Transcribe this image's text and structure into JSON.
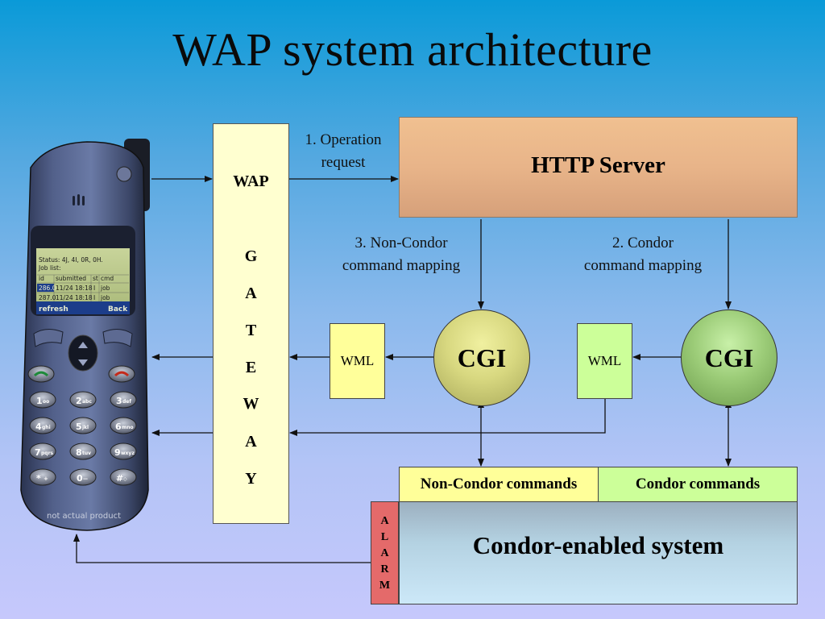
{
  "title": "WAP system architecture",
  "gateway": {
    "label": "WAP",
    "letters": [
      "G",
      "A",
      "T",
      "E",
      "W",
      "A",
      "Y"
    ]
  },
  "http_server": {
    "label": "HTTP Server"
  },
  "arrows": {
    "operation_request": [
      "1. Operation",
      "request"
    ],
    "condor_mapping": [
      "2. Condor",
      "command mapping"
    ],
    "non_condor_mapping": [
      "3. Non-Condor",
      "command mapping"
    ]
  },
  "cgi": {
    "left": "CGI",
    "right": "CGI"
  },
  "wml": {
    "left": "WML",
    "right": "WML"
  },
  "commands": {
    "non_condor": "Non-Condor commands",
    "condor": "Condor commands"
  },
  "system": {
    "label": "Condor-enabled system"
  },
  "alarm": {
    "letters": [
      "A",
      "L",
      "A",
      "R",
      "M"
    ]
  },
  "phone": {
    "screen": {
      "status": "Status: 4J, 4I, 0R, 0H.",
      "job_list": "Job list:",
      "headers": [
        "id",
        "submitted",
        "st",
        "cmd"
      ],
      "rows": [
        [
          "286.0",
          "11/24 18:18",
          "I",
          "job"
        ],
        [
          "287.0",
          "11/24 18:18",
          "I",
          "job"
        ]
      ],
      "soft_left": "refresh",
      "soft_right": "Back"
    },
    "keys": [
      {
        "digit": "1",
        "sub": "oo"
      },
      {
        "digit": "2",
        "sub": "abc"
      },
      {
        "digit": "3",
        "sub": "def"
      },
      {
        "digit": "4",
        "sub": "ghi"
      },
      {
        "digit": "5",
        "sub": "jkl"
      },
      {
        "digit": "6",
        "sub": "mno"
      },
      {
        "digit": "7",
        "sub": "pqrs"
      },
      {
        "digit": "8",
        "sub": "tuv"
      },
      {
        "digit": "9",
        "sub": "wxyz"
      },
      {
        "digit": "*",
        "sub": "+"
      },
      {
        "digit": "0",
        "sub": "—"
      },
      {
        "digit": "#",
        "sub": "◇"
      }
    ],
    "caption": "not actual product"
  }
}
